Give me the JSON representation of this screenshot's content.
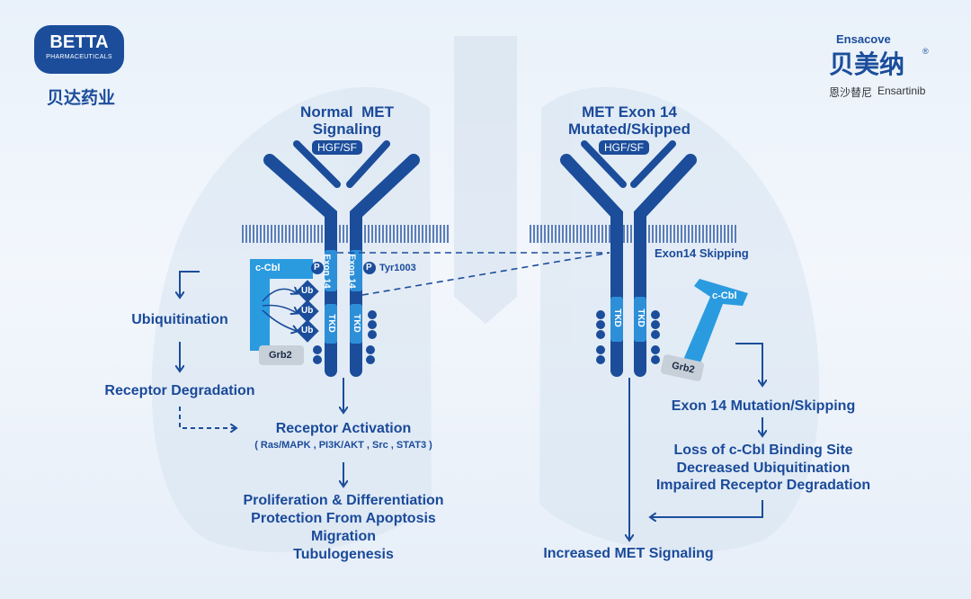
{
  "logos": {
    "betta": {
      "name": "BETTA",
      "subtitle": "PHARMACEUTICALS",
      "chinese": "贝达药业"
    },
    "ensacove": {
      "name": "Ensacove",
      "chinese": "贝美纳",
      "reg": "®",
      "generic_cn": "恩沙替尼",
      "generic_en": "Ensartinib"
    }
  },
  "left": {
    "header_line1": "Normal  MET",
    "header_line2": "Signaling",
    "ligand": "HGF/SF",
    "cbl": "c-Cbl",
    "grb2": "Grb2",
    "ub": "Ub",
    "p": "P",
    "exon14": "Exon 14",
    "tkd": "TKD",
    "tyr": "Tyr1003",
    "ubiquitination": "Ubiquitination",
    "degradation": "Receptor Degradation",
    "activation": "Receptor Activation",
    "pathways": "( Ras/MAPK , PI3K/AKT , Src , STAT3 )",
    "outcomes": [
      "Proliferation & Differentiation",
      "Protection From Apoptosis",
      "Migration",
      "Tubulogenesis"
    ]
  },
  "right": {
    "header_line1": "MET Exon 14",
    "header_line2": "Mutated/Skipped",
    "ligand": "HGF/SF",
    "skipping": "Exon14 Skipping",
    "cbl": "c-Cbl",
    "grb2": "Grb2",
    "tkd": "TKD",
    "mutation": "Exon 14 Mutation/Skipping",
    "consequences": [
      "Loss of c-Cbl Binding Site",
      "Decreased Ubiquitination",
      "Impaired Receptor Degradation"
    ],
    "result": "Increased MET Signaling"
  },
  "colors": {
    "dark_blue": "#1b4d9b",
    "light_blue": "#2b9be0",
    "text": "#1a4a9a"
  }
}
